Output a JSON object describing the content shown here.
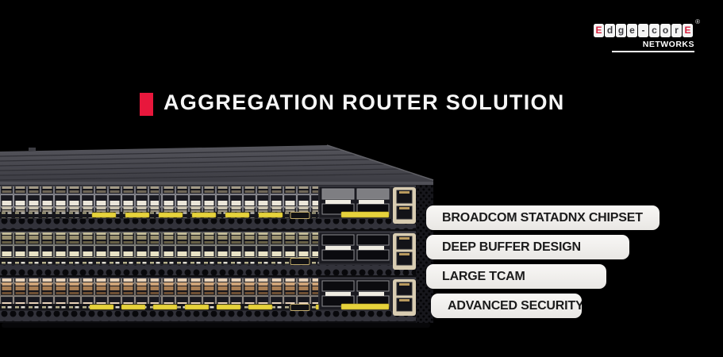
{
  "slide": {
    "background": "#000000"
  },
  "logo": {
    "letters": [
      "E",
      "d",
      "g",
      "e",
      "-",
      "c",
      "o",
      "r",
      "E"
    ],
    "registered_mark": "®",
    "networks_label": "NETWORKS",
    "brand_red": "#d81f3d",
    "tile_background": "#f5f5f5"
  },
  "header": {
    "title": "AGGREGATION ROUTER SOLUTION",
    "accent_color": "#e8173c",
    "title_color": "#f6f6f6"
  },
  "features": [
    {
      "label": "BROADCOM STATADNX CHIPSET"
    },
    {
      "label": "DEEP BUFFER DESIGN"
    },
    {
      "label": "LARGE TCAM"
    },
    {
      "label": "ADVANCED SECURITY"
    }
  ],
  "feature_pill": {
    "background": "#f3f2ef",
    "text_color": "#1b1b1b"
  },
  "product_image": {
    "alt": "Three stacked aggregation router switches with SFP port rows, QSFP uplink ports, management ports and yellow port labels"
  }
}
